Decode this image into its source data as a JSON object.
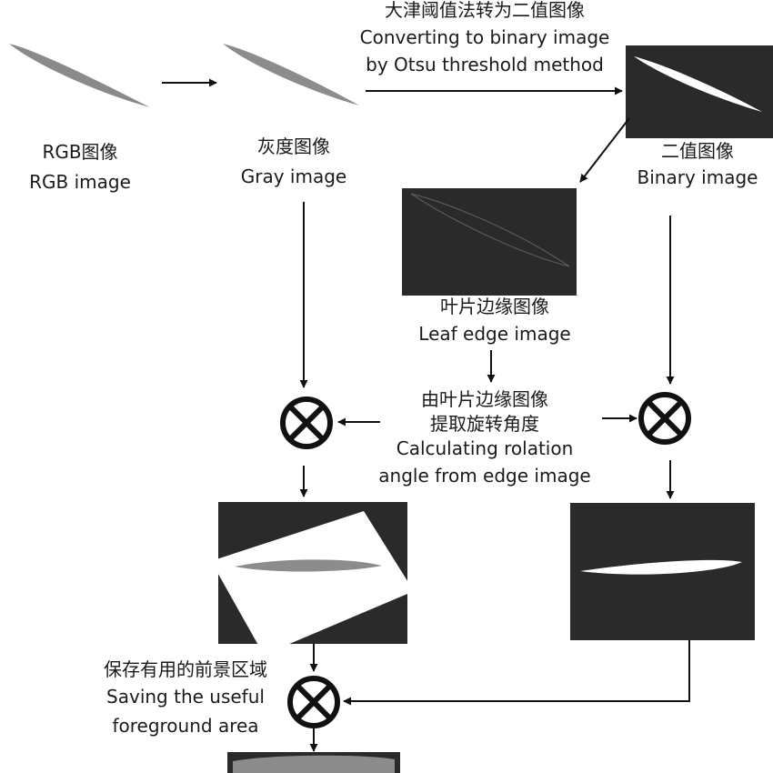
{
  "colors": {
    "background": "#ffffff",
    "panel": "#2a2a2a",
    "leaf_gray": "#8c8c8c",
    "leaf_white": "#ffffff",
    "edge_line": "#555555",
    "ink": "#111111"
  },
  "labels": {
    "rgb_zh": "RGB图像",
    "rgb_en": "RGB image",
    "gray_zh": "灰度图像",
    "gray_en": "Gray image",
    "otsu_zh": "大津阈值法转为二值图像",
    "otsu_en1": "Converting to binary image",
    "otsu_en2": "by Otsu threshold method",
    "binary_zh": "二值图像",
    "binary_en": "Binary image",
    "edge_zh": "叶片边缘图像",
    "edge_en": "Leaf edge image",
    "angle_zh1": "由叶片边缘图像",
    "angle_zh2": "提取旋转角度",
    "angle_en1": "Calculating rolation",
    "angle_en2": "angle from edge image",
    "save_zh": "保存有用的前景区域",
    "save_en1": "Saving the useful",
    "save_en2": "foreground area"
  },
  "icons": {
    "operator": "multiply-circle-icon"
  }
}
